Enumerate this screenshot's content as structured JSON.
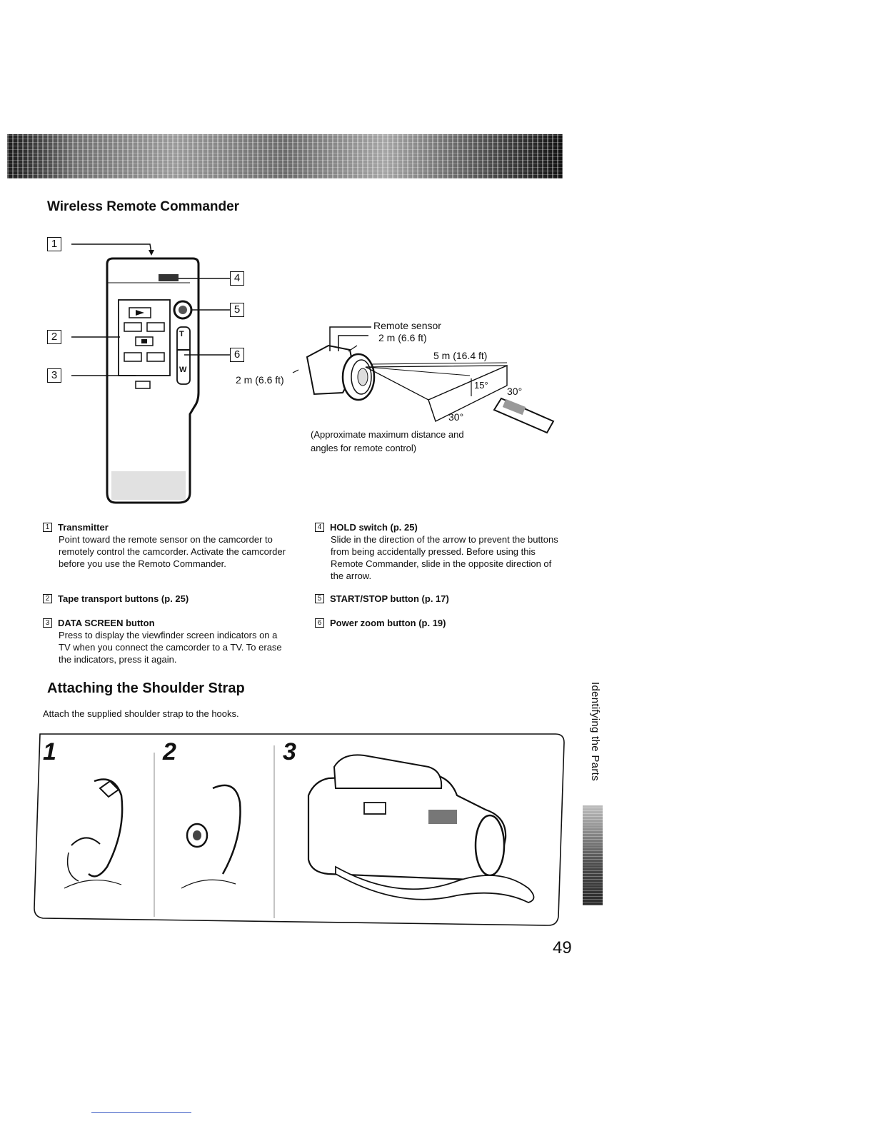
{
  "remote_section": {
    "title": "Wireless Remote Commander",
    "callouts": [
      "1",
      "2",
      "3",
      "4",
      "5",
      "6"
    ],
    "remote_labels": {
      "tele": "T",
      "wide": "W"
    },
    "distance_left": "2 m (6.6 ft)"
  },
  "range_diagram": {
    "sensor_label": "Remote sensor",
    "distance_near": "2 m (6.6 ft)",
    "distance_far": "5 m (16.4 ft)",
    "angle_vertical": "15°",
    "angle_side_right": "30°",
    "angle_side_bottom": "30°",
    "caption_line1": "(Approximate maximum distance and",
    "caption_line2": "angles for remote control)"
  },
  "items": [
    {
      "num": "1",
      "title": "Transmitter",
      "desc": "Point toward the remote sensor on the camcorder to remotely control the camcorder. Activate the camcorder before you use the Remoto Commander."
    },
    {
      "num": "2",
      "title": "Tape transport buttons (p. 25)",
      "desc": ""
    },
    {
      "num": "3",
      "title": "DATA SCREEN button",
      "desc": "Press to display the viewfinder screen indicators on a TV when you connect the camcorder to a TV. To erase the indicators, press it again."
    },
    {
      "num": "4",
      "title": "HOLD switch (p. 25)",
      "desc": "Slide in the direction of the arrow to prevent the buttons from being accidentally pressed. Before using this Remote Commander, slide in the opposite direction of the arrow."
    },
    {
      "num": "5",
      "title": "START/STOP button (p. 17)",
      "desc": ""
    },
    {
      "num": "6",
      "title": "Power zoom button (p. 19)",
      "desc": ""
    }
  ],
  "strap_section": {
    "title": "Attaching the Shoulder Strap",
    "instruction": "Attach the supplied shoulder strap to the hooks.",
    "steps": [
      "1",
      "2",
      "3"
    ]
  },
  "side_tab": "Identifying the Parts",
  "page_number": "49"
}
